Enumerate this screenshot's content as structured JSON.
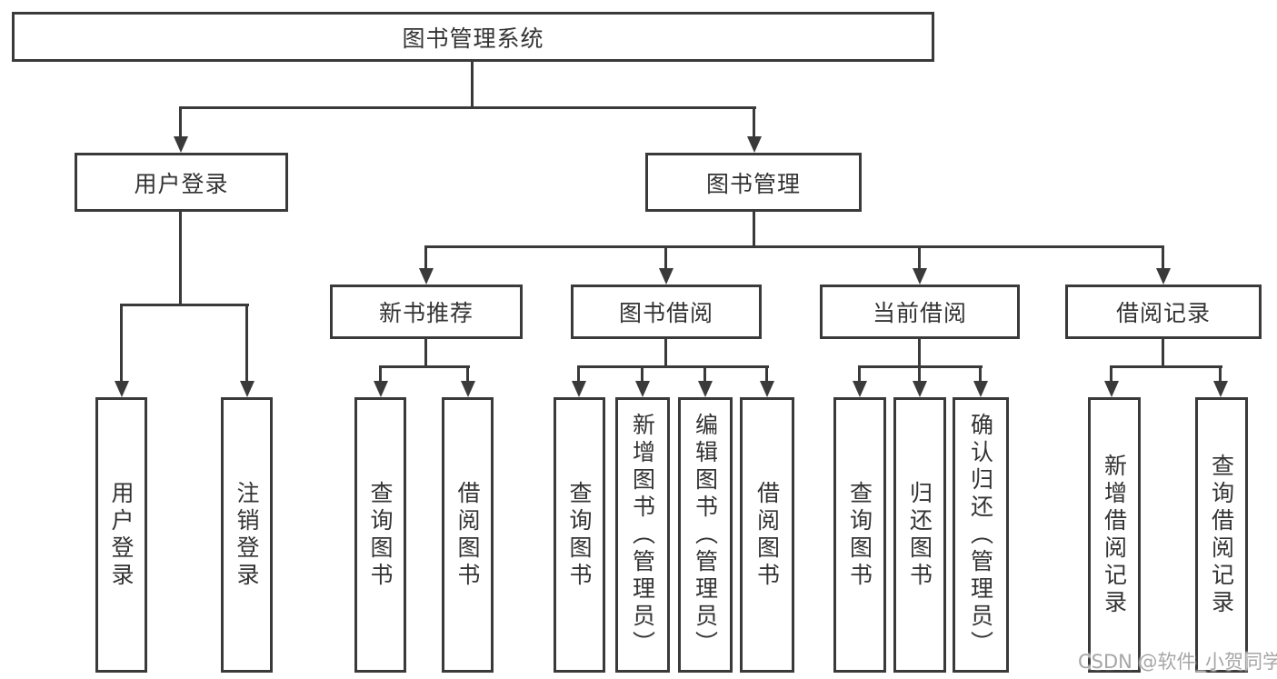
{
  "colors": {
    "line": "#3a3a3a",
    "text": "#333333",
    "watermark": "#a6a6a6"
  },
  "nodes": {
    "root": "图书管理系统",
    "user_login": "用户登录",
    "book_mgmt": "图书管理",
    "new_book_rec": "新书推荐",
    "book_borrow": "图书借阅",
    "current_borrow": "当前借阅",
    "borrow_records": "借阅记录",
    "leaf_user_login": "用户登录",
    "leaf_logout": "注销登录",
    "leaf_nbr_query": "查询图书",
    "leaf_nbr_borrow": "借阅图书",
    "leaf_bb_query": "查询图书",
    "leaf_bb_add": "新增图书（管理员）",
    "leaf_bb_edit": "编辑图书（管理员）",
    "leaf_bb_borrow": "借阅图书",
    "leaf_cb_query": "查询图书",
    "leaf_cb_return": "归还图书",
    "leaf_cb_confirm": "确认归还（管理员）",
    "leaf_br_add": "新增借阅记录",
    "leaf_br_query": "查询借阅记录"
  },
  "watermark": "CSDN @软件_小贺同学"
}
